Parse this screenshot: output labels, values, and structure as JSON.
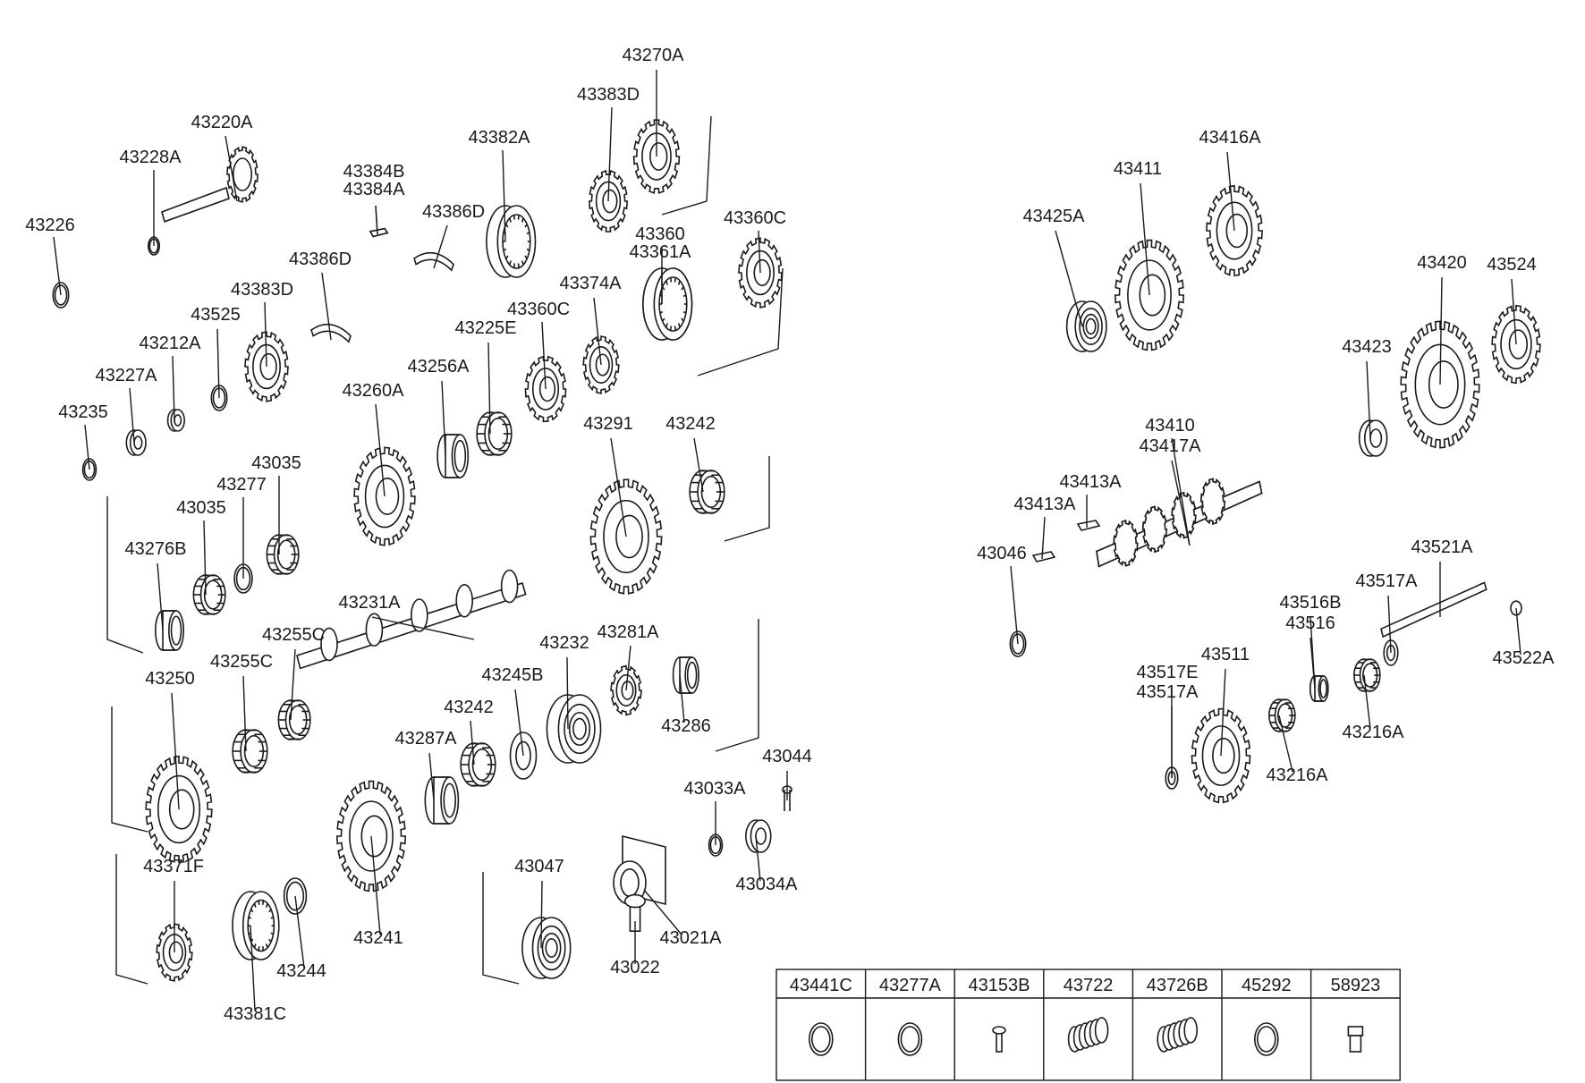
{
  "parts": [
    {
      "id": "p01",
      "label": "43226",
      "kind": "snap-ring"
    },
    {
      "id": "p02",
      "label": "43228A",
      "kind": "snap-ring"
    },
    {
      "id": "p03",
      "label": "43220A",
      "kind": "shaft-gear"
    },
    {
      "id": "p04",
      "label": "43384B",
      "kind": "key"
    },
    {
      "id": "p05",
      "label": "43384A",
      "kind": "key"
    },
    {
      "id": "p06",
      "label": "43382A",
      "kind": "sleeve"
    },
    {
      "id": "p07",
      "label": "43383D",
      "kind": "synchro-ring"
    },
    {
      "id": "p08",
      "label": "43270A",
      "kind": "gear"
    },
    {
      "id": "p09",
      "label": "43386D",
      "kind": "spring"
    },
    {
      "id": "p10",
      "label": "43386D",
      "kind": "spring"
    },
    {
      "id": "p11",
      "label": "43383D",
      "kind": "synchro-ring"
    },
    {
      "id": "p12",
      "label": "43525",
      "kind": "ring"
    },
    {
      "id": "p13",
      "label": "43212A",
      "kind": "nut"
    },
    {
      "id": "p14",
      "label": "43227A",
      "kind": "nut"
    },
    {
      "id": "p15",
      "label": "43235",
      "kind": "snap-ring"
    },
    {
      "id": "p16",
      "label": "43360",
      "kind": "hub"
    },
    {
      "id": "p17",
      "label": "43361A",
      "kind": "hub"
    },
    {
      "id": "p18",
      "label": "43360C",
      "kind": "synchro-ring"
    },
    {
      "id": "p19",
      "label": "43374A",
      "kind": "gear"
    },
    {
      "id": "p20",
      "label": "43360C",
      "kind": "synchro-ring"
    },
    {
      "id": "p21",
      "label": "43225E",
      "kind": "needle-bearing"
    },
    {
      "id": "p22",
      "label": "43256A",
      "kind": "collar"
    },
    {
      "id": "p23",
      "label": "43260A",
      "kind": "gear"
    },
    {
      "id": "p24",
      "label": "43035",
      "kind": "needle-bearing"
    },
    {
      "id": "p25",
      "label": "43277",
      "kind": "washer"
    },
    {
      "id": "p26",
      "label": "43035",
      "kind": "needle-bearing"
    },
    {
      "id": "p27",
      "label": "43276B",
      "kind": "collar"
    },
    {
      "id": "p28",
      "label": "43291",
      "kind": "gear"
    },
    {
      "id": "p29",
      "label": "43242",
      "kind": "needle-bearing"
    },
    {
      "id": "p30",
      "label": "43231A",
      "kind": "main-shaft"
    },
    {
      "id": "p31",
      "label": "43255C",
      "kind": "needle-bearing"
    },
    {
      "id": "p32",
      "label": "43255C",
      "kind": "needle-bearing"
    },
    {
      "id": "p33",
      "label": "43250",
      "kind": "gear"
    },
    {
      "id": "p34",
      "label": "43232",
      "kind": "bearing"
    },
    {
      "id": "p35",
      "label": "43281A",
      "kind": "gear"
    },
    {
      "id": "p36",
      "label": "43286",
      "kind": "collar"
    },
    {
      "id": "p37",
      "label": "43245B",
      "kind": "washer"
    },
    {
      "id": "p38",
      "label": "43242",
      "kind": "needle-bearing"
    },
    {
      "id": "p39",
      "label": "43287A",
      "kind": "collar"
    },
    {
      "id": "p40",
      "label": "43044",
      "kind": "cotter-pin"
    },
    {
      "id": "p41",
      "label": "43033A",
      "kind": "o-ring"
    },
    {
      "id": "p42",
      "label": "43034A",
      "kind": "nut"
    },
    {
      "id": "p43",
      "label": "43371F",
      "kind": "hub"
    },
    {
      "id": "p44",
      "label": "43381C",
      "kind": "sleeve"
    },
    {
      "id": "p45",
      "label": "43244",
      "kind": "ring"
    },
    {
      "id": "p46",
      "label": "43241",
      "kind": "gear"
    },
    {
      "id": "p47",
      "label": "43047",
      "kind": "bearing"
    },
    {
      "id": "p48",
      "label": "43021A",
      "kind": "flange"
    },
    {
      "id": "p49",
      "label": "43022",
      "kind": "bolt"
    },
    {
      "id": "p50",
      "label": "43416A",
      "kind": "gear"
    },
    {
      "id": "p51",
      "label": "43411",
      "kind": "gear"
    },
    {
      "id": "p52",
      "label": "43425A",
      "kind": "bearing"
    },
    {
      "id": "p53",
      "label": "43420",
      "kind": "gear"
    },
    {
      "id": "p54",
      "label": "43524",
      "kind": "ring"
    },
    {
      "id": "p55",
      "label": "43423",
      "kind": "nut"
    },
    {
      "id": "p56",
      "label": "43410",
      "kind": "counter-shaft"
    },
    {
      "id": "p57",
      "label": "43417A",
      "kind": "counter-shaft"
    },
    {
      "id": "p58",
      "label": "43413A",
      "kind": "key"
    },
    {
      "id": "p59",
      "label": "43413A",
      "kind": "key"
    },
    {
      "id": "p60",
      "label": "43046",
      "kind": "snap-ring"
    },
    {
      "id": "p61",
      "label": "43521A",
      "kind": "pin-shaft"
    },
    {
      "id": "p62",
      "label": "43517A",
      "kind": "washer"
    },
    {
      "id": "p63",
      "label": "43516B",
      "kind": "collar"
    },
    {
      "id": "p64",
      "label": "43516",
      "kind": "collar"
    },
    {
      "id": "p65",
      "label": "43522A",
      "kind": "ball"
    },
    {
      "id": "p66",
      "label": "43511",
      "kind": "gear"
    },
    {
      "id": "p67",
      "label": "43517E",
      "kind": "washer"
    },
    {
      "id": "p68",
      "label": "43517A",
      "kind": "washer"
    },
    {
      "id": "p69",
      "label": "43216A",
      "kind": "needle-bearing"
    },
    {
      "id": "p70",
      "label": "43216A",
      "kind": "needle-bearing"
    }
  ],
  "legend_table": {
    "headers": [
      "43441C",
      "43277A",
      "43153B",
      "43722",
      "43726B",
      "45292",
      "58923"
    ],
    "icons": [
      "ring",
      "ring",
      "bolt",
      "spring",
      "spring",
      "ring",
      "fitting"
    ]
  }
}
